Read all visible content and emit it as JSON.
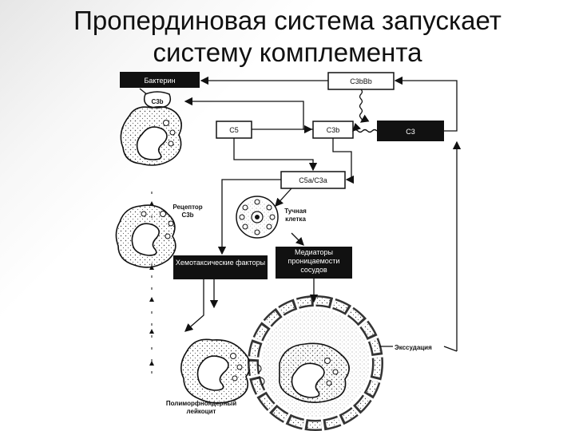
{
  "title": {
    "line1": "Пропердиновая система запускает",
    "line2": "систему комплемента"
  },
  "boxes": {
    "bacterin": "Бактерин",
    "c3bbb": "C3bBb",
    "c5": "C5",
    "c3b": "C3b",
    "c3": "C3",
    "c5a_c3a": "C5a/C3a",
    "chemotactic": "Хемотаксические факторы",
    "permeability": "Медиаторы проницаемости сосудов"
  },
  "labels": {
    "c3b_cap": "C3b",
    "receptor_line1": "Рецептор",
    "receptor_line2": "C3b",
    "mast_line1": "Тучная",
    "mast_line2": "клетка",
    "exudation": "Экссудация",
    "pmn_line1": "Полиморфноядерный",
    "pmn_line2": "лейкоцит"
  }
}
